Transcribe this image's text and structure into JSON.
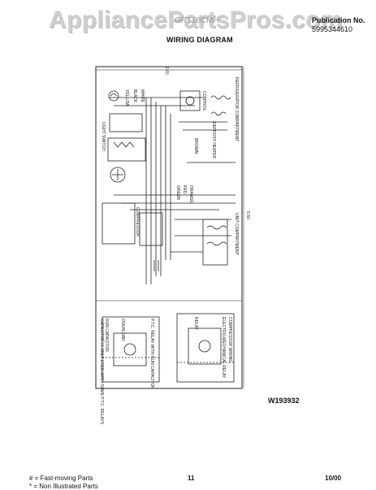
{
  "header": {
    "watermark": "AppliancePartsPros.com",
    "model": "GRT18CMH",
    "title": "WIRING DIAGRAM",
    "publication_label": "Publication No.",
    "publication_number": "5995344610"
  },
  "diagram": {
    "labels": {
      "white": "WHITE",
      "black": "BLACK",
      "yellow": "YELLOW",
      "red": "RED",
      "green": "GREEN",
      "brown": "BROWN",
      "orange": "ORANGE",
      "light_switch": "LIGHT SWITCH",
      "control": "CONTROL",
      "refrigerator_compartment": "REFRIGERATOR COMPARTMENT",
      "defrost_heater": "DEFROST HEATER",
      "unit_compartment": "UNIT COMPARTMENT",
      "compressor": "COMPRESSOR",
      "overload": "OVERLOAD",
      "relay": "RELAY",
      "run_capacitor": "RUN CAPACITOR",
      "ptc_relay": "P.T.C. RELAY WITH RUN CAPACITOR",
      "electro_mechanical_relay": "ELECTRO-MECHANICAL RELAY",
      "compressor_wiring": "COMPRESSOR WIRING",
      "capacitor_note": "CAPACITOR IS ONLY USED WITH SOME P.T.C. RELAYS"
    },
    "dimension_top": "2.60",
    "dimension_right": "5.50",
    "drawing_number": "W193932"
  },
  "footer": {
    "fast_moving": "# = Fast-moving Parts",
    "non_illustrated": "* = Non Illustrated Parts",
    "page": "11",
    "date": "10/00"
  }
}
